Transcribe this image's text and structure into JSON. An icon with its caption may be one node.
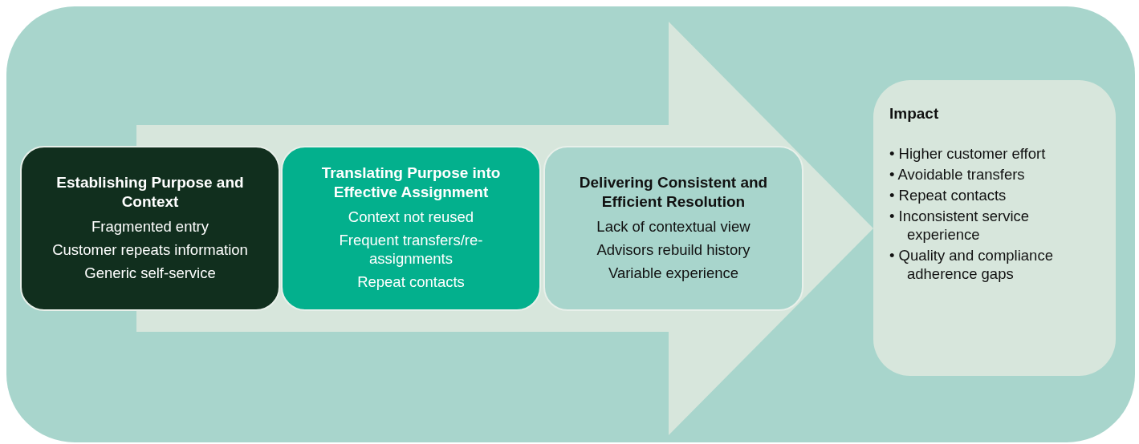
{
  "diagram": {
    "nodes": [
      {
        "text": [
          "Establishing Purpose and Context",
          "Fragmented entry",
          "Customer repeats information",
          "Generic self-service"
        ]
      },
      {
        "text": [
          "Translating Purpose into Effective Assignment",
          "Context not reused",
          "Frequent transfers/re-assignments",
          "Repeat contacts"
        ]
      },
      {
        "text": [
          "Delivering Consistent and Efficient Resolution",
          "Lack of  contextual view",
          "Advisors rebuild history",
          "Variable experience"
        ]
      },
      {
        "text": [
          "Impact",
          "• Higher customer effort",
          "• Avoidable transfers",
          "• Repeat contacts",
          "• Inconsistent service experience",
          "• Quality and compliance adherence gaps"
        ]
      }
    ],
    "edges": [
      {
        "from": null,
        "to": 3,
        "arrow": "to",
        "style": "thick"
      }
    ]
  }
}
